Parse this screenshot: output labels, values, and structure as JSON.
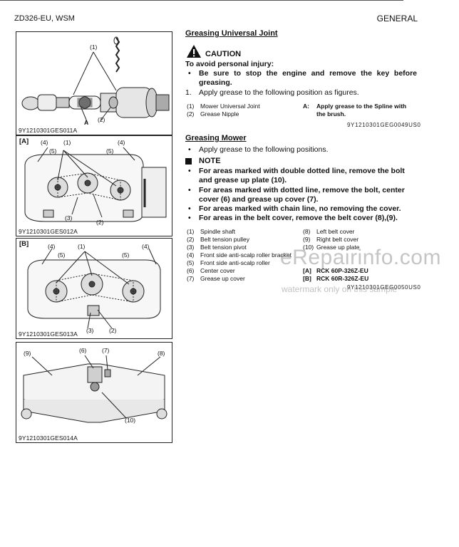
{
  "header": {
    "left": "ZD326-EU, WSM",
    "right": "GENERAL"
  },
  "figures": [
    {
      "caption": "9Y1210301GES011A",
      "callouts": [
        "(1)",
        "(2)",
        "A"
      ]
    },
    {
      "tag": "[A]",
      "caption": "9Y1210301GES012A",
      "callouts": [
        "(1)",
        "(4)",
        "(5)",
        "(4)",
        "(5)",
        "(3)",
        "(2)"
      ]
    },
    {
      "tag": "[B]",
      "caption": "9Y1210301GES013A",
      "callouts": [
        "(1)",
        "(4)",
        "(5)",
        "(4)",
        "(5)",
        "(3)",
        "(2)"
      ]
    },
    {
      "caption": "9Y1210301GES014A",
      "callouts": [
        "(9)",
        "(6)",
        "(7)",
        "(8)",
        "(10)"
      ]
    }
  ],
  "section1": {
    "title": "Greasing Universal Joint",
    "caution_label": "CAUTION",
    "avoid": "To avoid personal injury:",
    "bullet1_line1": "Be sure to stop the engine and remove the key before",
    "bullet1_line2": "greasing.",
    "step_num": "1.",
    "step": "Apply grease to the following position as figures.",
    "legend": [
      {
        "num": "(1)",
        "text": "Mower Universal Joint"
      },
      {
        "num": "(2)",
        "text": "Grease Nipple"
      }
    ],
    "note_key": "A:",
    "note_line1": "Apply grease to the Spline with",
    "note_line2": "the brush.",
    "code": "9Y1210301GEG0049US0"
  },
  "section2": {
    "title": "Greasing Mower",
    "bullet1": "Apply grease to the following positions.",
    "note_label": "NOTE",
    "notes": [
      {
        "line1": "For areas marked with double dotted line, remove the bolt",
        "line2": "and grease up plate (10)."
      },
      {
        "line1": "For areas marked with dotted line, remove the bolt, center",
        "line2": "cover (6) and grease up cover (7)."
      },
      {
        "line1": "For areas marked with chain line, no removing the cover.",
        "line2": ""
      },
      {
        "line1": "For areas in the belt cover, remove the belt cover (8),(9).",
        "line2": ""
      }
    ],
    "legend_left": [
      {
        "num": "(1)",
        "text": "Spindle shaft"
      },
      {
        "num": "(2)",
        "text": "Belt tension pulley"
      },
      {
        "num": "(3)",
        "text": "Belt tension pivot"
      },
      {
        "num": "(4)",
        "text": "Front side anti-scalp roller bracket"
      },
      {
        "num": "(5)",
        "text": "Front side anti-scalp roller"
      },
      {
        "num": "(6)",
        "text": "Center cover"
      },
      {
        "num": "(7)",
        "text": "Grease up cover"
      }
    ],
    "legend_right": [
      {
        "num": "(8)",
        "text": "Left belt cover"
      },
      {
        "num": "(9)",
        "text": "Right belt cover"
      },
      {
        "num": "(10)",
        "text": "Grease up plate"
      }
    ],
    "models": [
      {
        "tag": "[A]",
        "text": "RCK 60P-326Z-EU"
      },
      {
        "tag": "[B]",
        "text": "RCK 60R-326Z-EU"
      }
    ],
    "code": "9Y1210301GEG0050US0"
  },
  "watermark": {
    "main": "eRepairinfo.com",
    "sub": "watermark only on this sample"
  }
}
